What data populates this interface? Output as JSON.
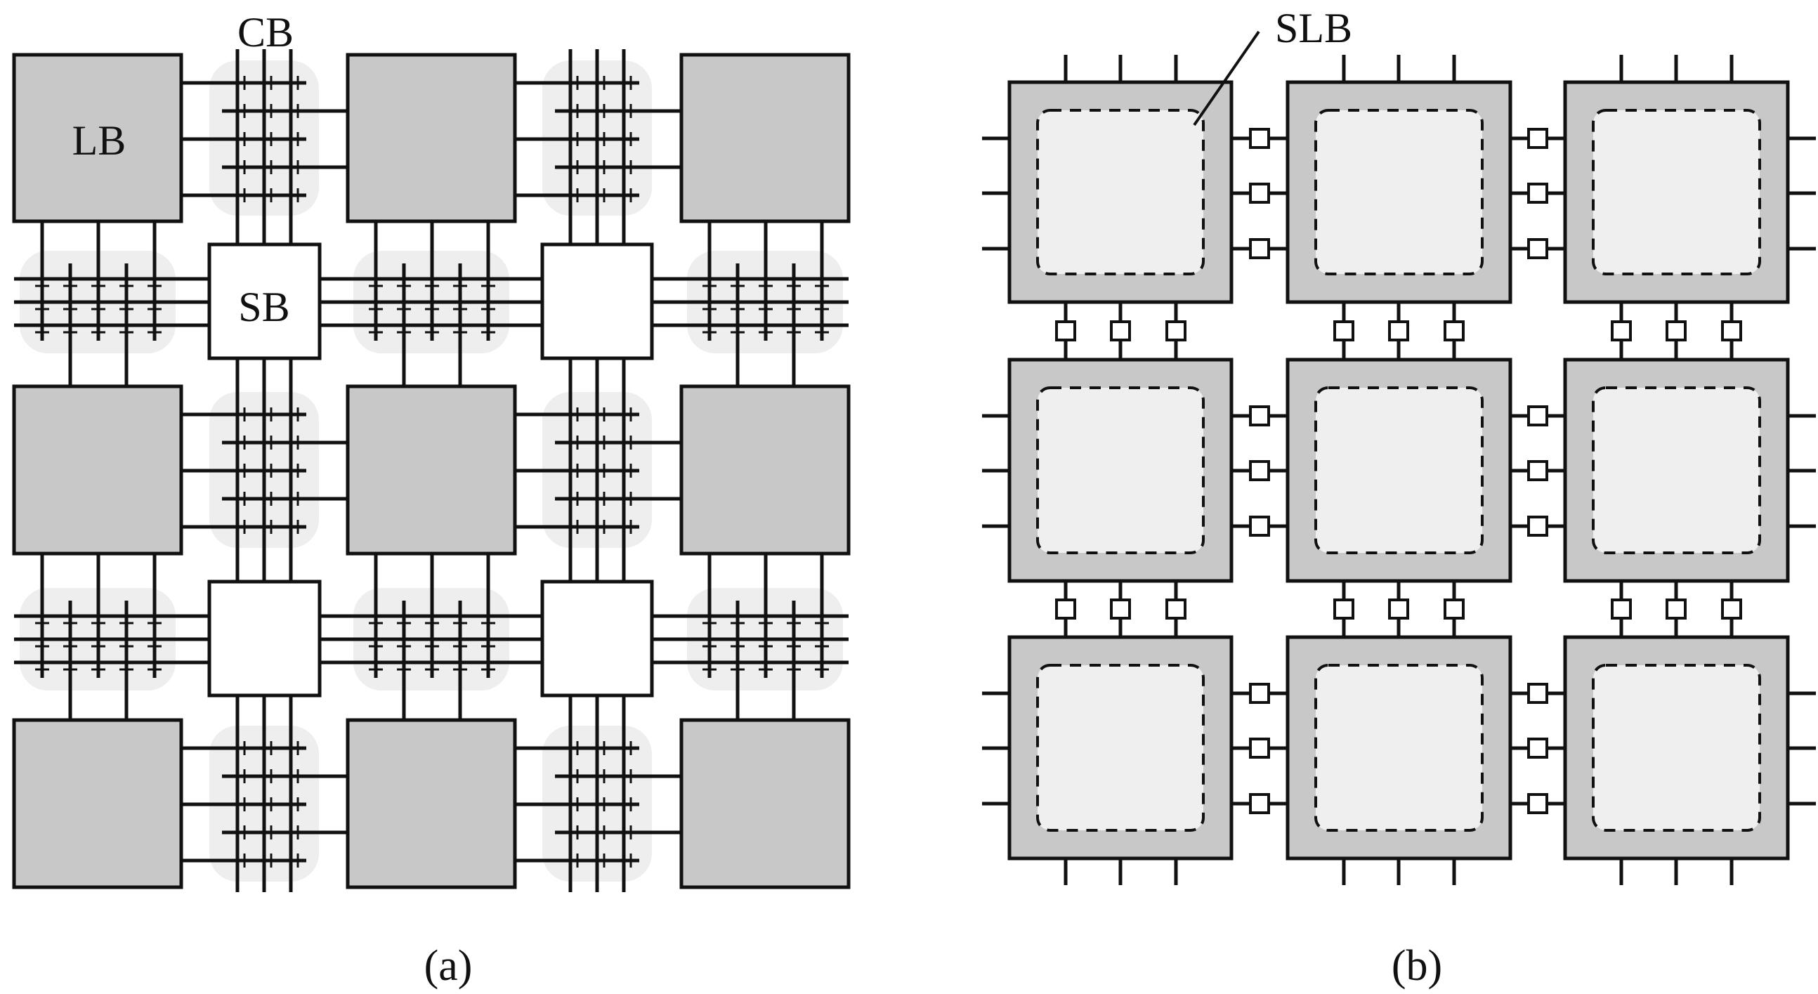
{
  "panel_a": {
    "caption": "(a)",
    "labels": {
      "lb": "LB",
      "cb": "CB",
      "sb": "SB"
    }
  },
  "panel_b": {
    "caption": "(b)",
    "labels": {
      "slb": "SLB"
    }
  },
  "colors": {
    "block_fill": "#c8c8c8",
    "halo_fill": "#eeeeee",
    "inner_fill": "#efefef",
    "line": "#111111",
    "switch_fill": "#ffffff"
  }
}
